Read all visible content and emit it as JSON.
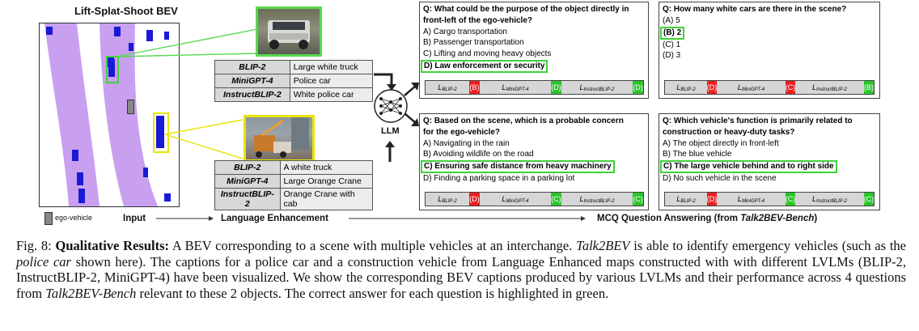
{
  "bev": {
    "title": "Lift-Splat-Shoot BEV",
    "legend": "ego-vehicle",
    "colors": {
      "lane": "#c9a0f0",
      "vehicle": "#1a1ad6",
      "highlight_green": "#3fd23a",
      "highlight_yellow": "#e6e600"
    }
  },
  "captions": {
    "top": [
      {
        "model": "BLIP-2",
        "text": "Large white truck"
      },
      {
        "model": "MiniGPT-4",
        "text": "Police car"
      },
      {
        "model": "InstructBLIP-2",
        "text": "White police car"
      }
    ],
    "bottom": [
      {
        "model": "BLIP-2",
        "text": "A white truck"
      },
      {
        "model": "MiniGPT-4",
        "text": "Large Orange Crane"
      },
      {
        "model": "InstructBLIP-2",
        "text": "Orange Crane with cab"
      }
    ]
  },
  "llm_label": "LLM",
  "questions": [
    {
      "q1": "Q: What could be the purpose of the object directly in",
      "q2": "front-left of the ego-vehicle?",
      "options": [
        "A) Cargo transportation",
        "B) Passenger transportation",
        "C) Lifting and moving heavy objects",
        "D) Law enforcement or security"
      ],
      "correct_index": 3,
      "scores": [
        {
          "model": "L",
          "sub": "BLIP-2",
          "ans": "(B)",
          "ok": false
        },
        {
          "model": "L",
          "sub": "MiniGPT-4",
          "ans": "(D)",
          "ok": true
        },
        {
          "model": "L",
          "sub": "InstructBLIP-2",
          "ans": "(D)",
          "ok": true
        }
      ]
    },
    {
      "q1": "Q: How many white cars are there in the scene?",
      "q2": "",
      "options": [
        "(A) 5",
        "(B) 2",
        "(C) 1",
        "(D) 3"
      ],
      "correct_index": 1,
      "scores": [
        {
          "model": "L",
          "sub": "BLIP-2",
          "ans": "(D)",
          "ok": false
        },
        {
          "model": "L",
          "sub": "MiniGPT-4",
          "ans": "(C)",
          "ok": false
        },
        {
          "model": "L",
          "sub": "InstructBLIP-2",
          "ans": "(B)",
          "ok": true
        }
      ]
    },
    {
      "q1": "Q: Based on the scene, which is a probable concern",
      "q2": "for the ego-vehicle?",
      "options": [
        "A) Navigating in the rain",
        "B) Avoiding wildlife on the road",
        "C) Ensuring safe distance from heavy machinery",
        "D) Finding a parking space in a parking lot"
      ],
      "correct_index": 2,
      "scores": [
        {
          "model": "L",
          "sub": "BLIP-2",
          "ans": "(D)",
          "ok": false
        },
        {
          "model": "L",
          "sub": "MiniGPT-4",
          "ans": "(C)",
          "ok": true
        },
        {
          "model": "L",
          "sub": "InstructBLIP-2",
          "ans": "(C)",
          "ok": true
        }
      ]
    },
    {
      "q1": "Q: Which vehicle's function is primarily related to",
      "q2": "construction or heavy-duty tasks?",
      "options": [
        "A) The object directly in front-left",
        "B) The blue vehicle",
        "C) The large vehicle behind and to right side",
        "D) No such vehicle in the scene"
      ],
      "correct_index": 2,
      "scores": [
        {
          "model": "L",
          "sub": "BLIP-2",
          "ans": "(D)",
          "ok": false
        },
        {
          "model": "L",
          "sub": "MiniGPT-4",
          "ans": "(C)",
          "ok": true
        },
        {
          "model": "L",
          "sub": "InstructBLIP-2",
          "ans": "(C)",
          "ok": true
        }
      ]
    }
  ],
  "stages": {
    "input": "Input",
    "enhance": "Language Enhancement",
    "mcq_prefix": "MCQ Question Answering (from ",
    "mcq_em": "Talk2BEV-Bench",
    "mcq_suffix": ")"
  },
  "caption": {
    "fig": "Fig. 8: ",
    "bold": "Qualitative Results:",
    "t1": " A BEV corresponding to a scene with multiple vehicles at an interchange. ",
    "em1": "Talk2BEV",
    "t2": " is able to identify emergency vehicles (such as the ",
    "em2": "police car",
    "t3": " shown here). The captions for a police car and a construction vehicle from Language Enhanced maps constructed with with different LVLMs (BLIP-2, InstructBLIP-2, MiniGPT-4) have been visualized. We show the corresponding BEV captions produced by various LVLMs and their performance across 4 questions from ",
    "em3": "Talk2BEV-Bench",
    "t4": " relevant to these 2 objects. The correct answer for each question is highlighted in green."
  }
}
